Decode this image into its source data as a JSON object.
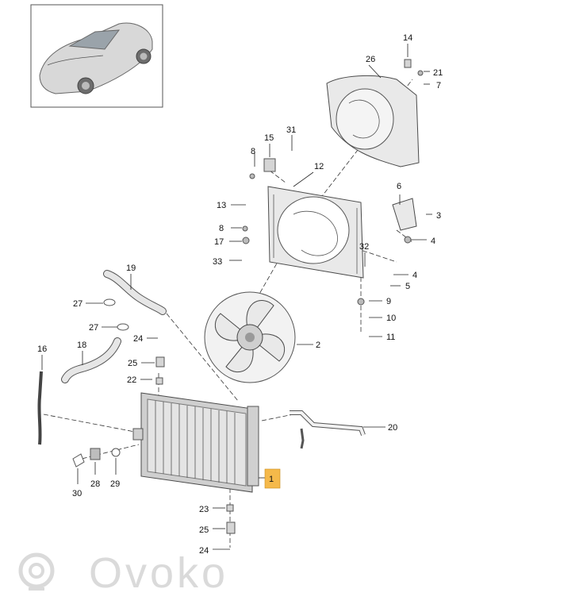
{
  "callouts": {
    "c1": "1",
    "c2": "2",
    "c3": "3",
    "c4a": "4",
    "c4b": "4",
    "c5": "5",
    "c6": "6",
    "c7": "7",
    "c8a": "8",
    "c8b": "8",
    "c9": "9",
    "c10": "10",
    "c11": "11",
    "c12": "12",
    "c13": "13",
    "c14": "14",
    "c15": "15",
    "c16": "16",
    "c17": "17",
    "c18": "18",
    "c19": "19",
    "c20": "20",
    "c21": "21",
    "c22": "22",
    "c23": "23",
    "c24a": "24",
    "c24b": "24",
    "c25a": "25",
    "c25b": "25",
    "c26": "26",
    "c27a": "27",
    "c27b": "27",
    "c28": "28",
    "c29": "29",
    "c30": "30",
    "c31": "31",
    "c32": "32",
    "c33": "33"
  },
  "highlight_color": "#f5b94a",
  "watermark": "Ovoko"
}
